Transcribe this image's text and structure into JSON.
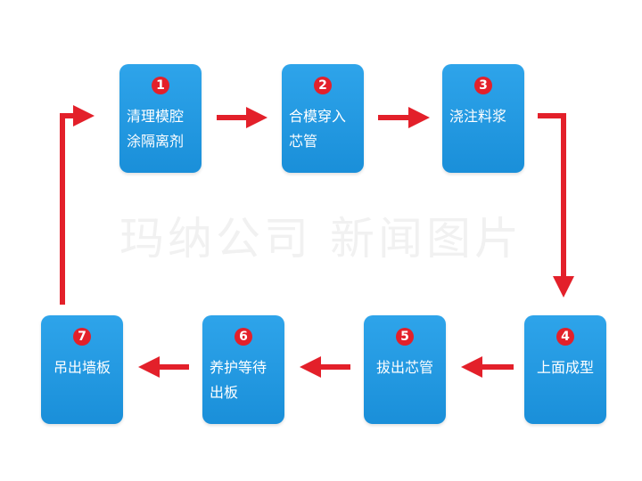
{
  "colors": {
    "box": "#1f97de",
    "arrow": "#e3202a",
    "badge": "#e3202a",
    "text": "#ffffff"
  },
  "watermark": "玛纳公司 新闻图片",
  "steps": [
    {
      "num": "1",
      "label": "清理模腔涂隔离剂"
    },
    {
      "num": "2",
      "label": "合模穿入芯管"
    },
    {
      "num": "3",
      "label": "浇注料浆"
    },
    {
      "num": "4",
      "label": "上面成型"
    },
    {
      "num": "5",
      "label": "拔出芯管"
    },
    {
      "num": "6",
      "label": "养护等待出板"
    },
    {
      "num": "7",
      "label": "吊出墙板"
    }
  ]
}
